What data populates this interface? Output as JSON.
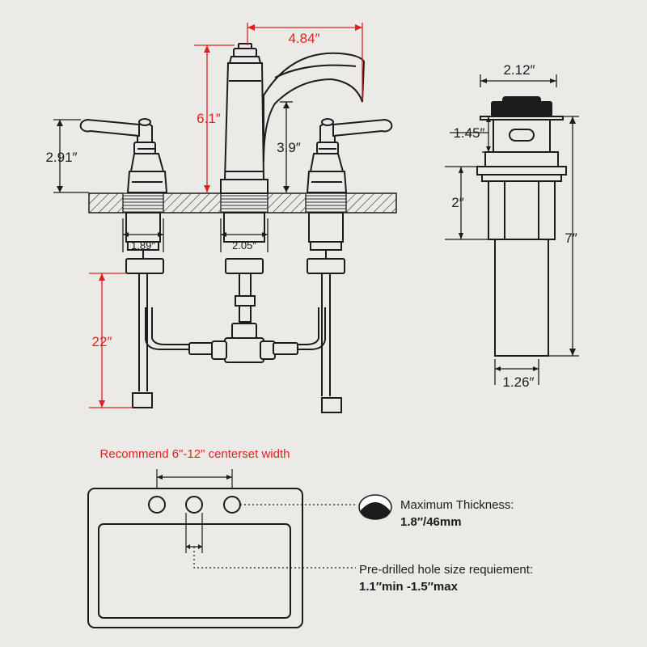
{
  "colors": {
    "background": "#ebeae6",
    "line": "#1c1c1c",
    "accent": "#e02020"
  },
  "faucet": {
    "spout_reach": "4.84″",
    "spout_height": "6.1″",
    "spout_outlet_height": "3.9″",
    "handle_height": "2.91″",
    "handle_shank": "1.89″",
    "spout_shank": "2.05″",
    "hose_length": "22″"
  },
  "drain": {
    "cap_diameter": "2.12″",
    "cap_height": "1.45″",
    "body_height": "2″",
    "total_height": "7″",
    "tail_diameter": "1.26″"
  },
  "sink": {
    "centerset_note": "Recommend 6\"-12\" centerset width",
    "max_thickness_label": "Maximum Thickness:",
    "max_thickness_value": "1.8″/46mm",
    "hole_size_label": "Pre-drilled hole size requiement:",
    "hole_size_value": "1.1″min -1.5″max"
  }
}
